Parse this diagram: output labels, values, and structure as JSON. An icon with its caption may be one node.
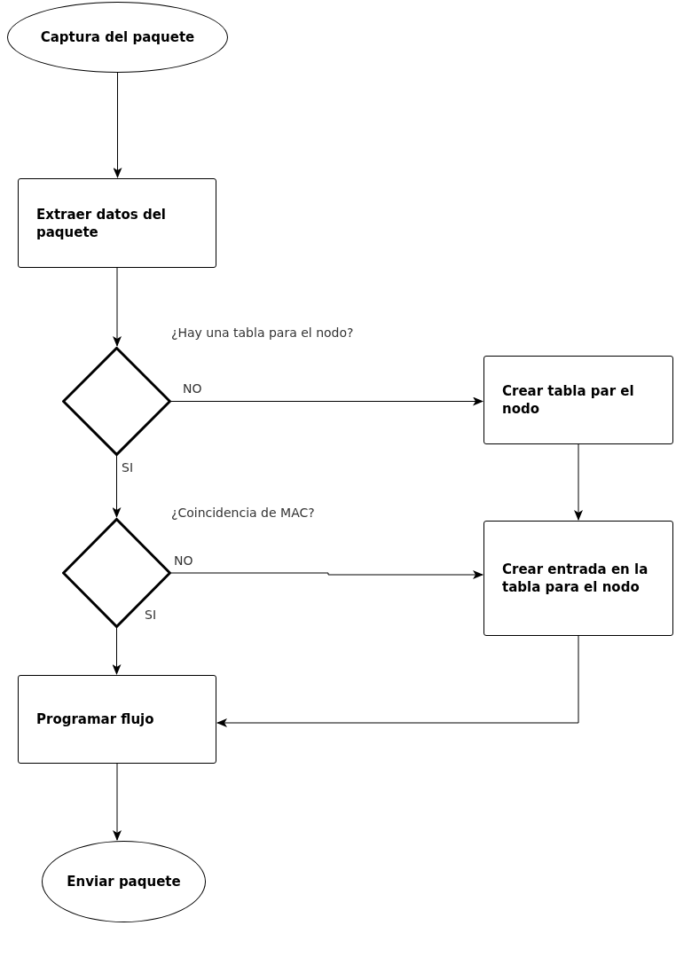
{
  "diagram": {
    "nodes": [
      {
        "text": [
          "Captura del paquete"
        ]
      },
      {
        "text": [
          "Extraer datos del paquete"
        ]
      },
      {
        "text": [
          "¿Hay una tabla para el nodo?"
        ]
      },
      {
        "text": [
          "Crear tabla par el nodo"
        ]
      },
      {
        "text": [
          "¿Coincidencia de MAC?"
        ]
      },
      {
        "text": [
          "Crear entrada en la tabla para el nodo"
        ]
      },
      {
        "text": [
          "Programar flujo"
        ]
      },
      {
        "text": [
          "Enviar paquete"
        ]
      }
    ],
    "edges": [
      {
        "from": 0,
        "to": 1,
        "arrow": "to"
      },
      {
        "from": 1,
        "to": 2,
        "arrow": "to"
      },
      {
        "from": 2,
        "to": 3,
        "arrow": "to",
        "label": "NO"
      },
      {
        "from": 2,
        "to": 4,
        "arrow": "to",
        "label": "SI"
      },
      {
        "from": 3,
        "to": 5,
        "arrow": "to"
      },
      {
        "from": 4,
        "to": 5,
        "arrow": "to",
        "label": "NO"
      },
      {
        "from": 4,
        "to": 6,
        "arrow": "to",
        "label": "SI"
      },
      {
        "from": 5,
        "to": 6,
        "arrow": "to"
      },
      {
        "from": 6,
        "to": 7,
        "arrow": "to"
      }
    ]
  }
}
